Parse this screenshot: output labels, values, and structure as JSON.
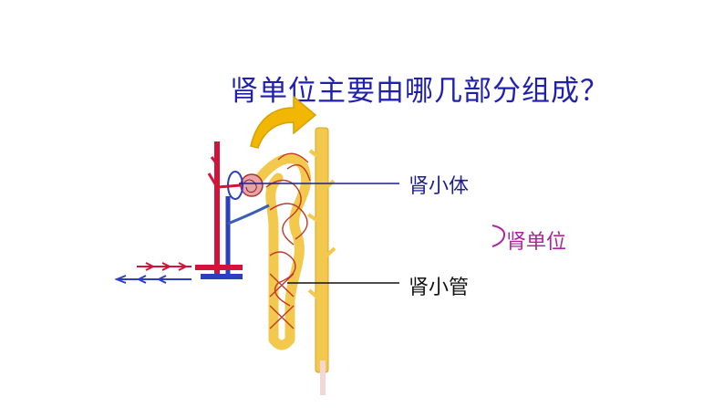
{
  "question": "肾单位主要由哪几部分组成？",
  "labels": {
    "renal_corpuscle": "肾小体",
    "renal_tubule": "肾小管",
    "nephron": "肾单位"
  },
  "colors": {
    "question_text": "#1f1fb0",
    "leader_line": "#1e1e8c",
    "nephron_text": "#b0239a",
    "artery": "#d2143a",
    "vein": "#2b3fc0",
    "capillary": "#c0392b",
    "tubule": "#f2c94c",
    "arrow": "#f2b705"
  },
  "icons": {
    "pointer_arrow": "curved-arrow-icon",
    "nephron_bracket": "brace-icon"
  }
}
